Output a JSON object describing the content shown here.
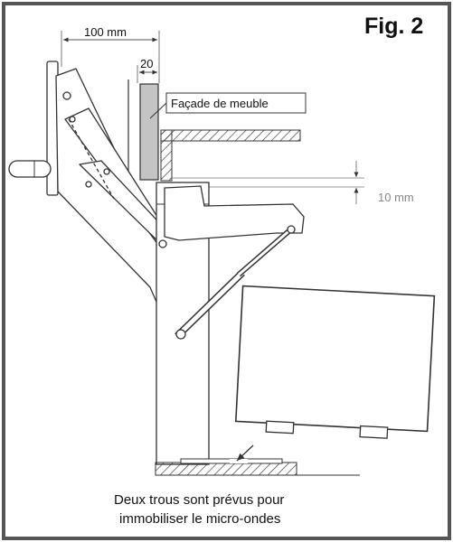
{
  "figure": {
    "label": "Fig. 2",
    "dim_width": "100 mm",
    "dim_thickness": "20",
    "dim_gap": "10 mm",
    "panel_label": "Façade de meuble",
    "caption_line1": "Deux trous sont prévus pour",
    "caption_line2": "immobiliser le micro-ondes"
  }
}
